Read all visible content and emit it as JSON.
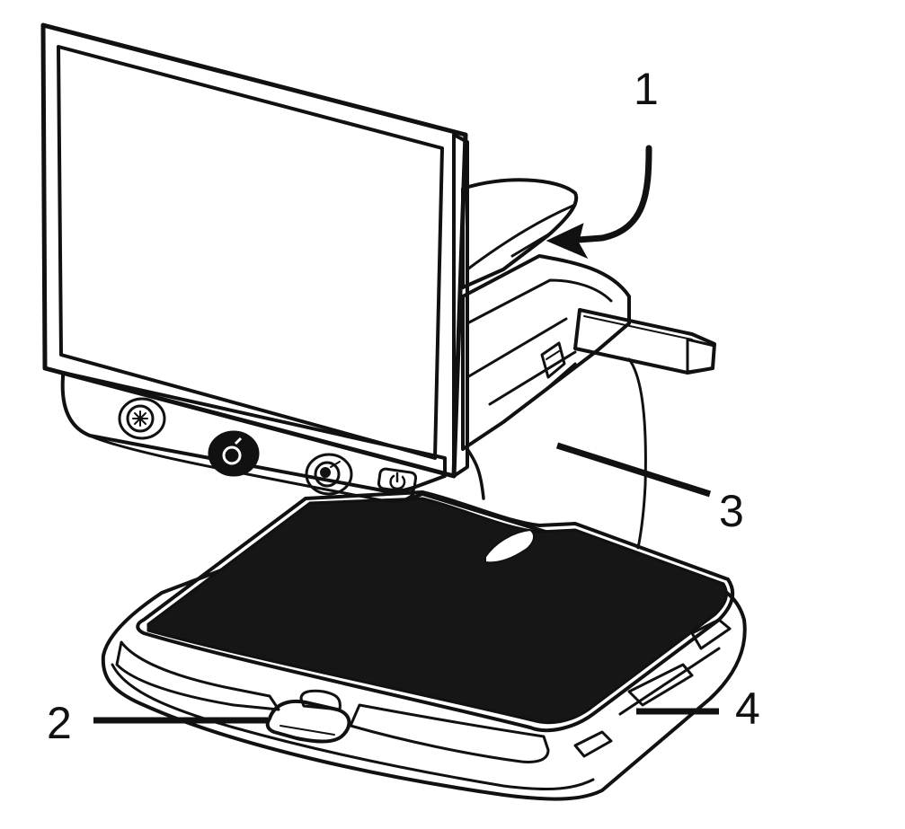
{
  "colors": {
    "ink": "#111111",
    "paper": "#ffffff",
    "tray_surface": "#161616",
    "panel_gray": "#e9e9e9"
  },
  "callouts": [
    {
      "id": "callout-1",
      "label": "1"
    },
    {
      "id": "callout-2",
      "label": "2"
    },
    {
      "id": "callout-3",
      "label": "3"
    },
    {
      "id": "callout-4",
      "label": "4"
    }
  ],
  "icons": {
    "knob_left": "zoom-knob-icon",
    "knob_center": "mode-knob-icon",
    "knob_right": "focus-knob-icon",
    "button_power": "power-button-icon"
  }
}
